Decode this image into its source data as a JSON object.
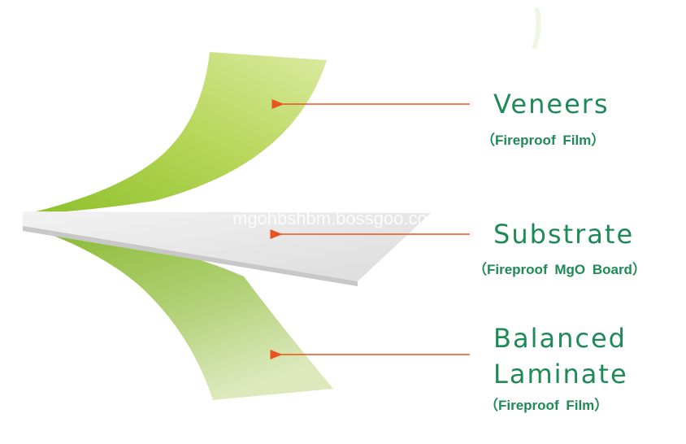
{
  "layers": [
    {
      "id": "veneers",
      "label_lines": [
        "Veneers"
      ],
      "sub": "（Fireproof  Film）"
    },
    {
      "id": "substrate",
      "label_lines": [
        "Substrate"
      ],
      "sub": "（Fireproof  MgO  Board）"
    },
    {
      "id": "balanced",
      "label_lines": [
        "Balanced",
        "Laminate"
      ],
      "sub": "（Fireproof  Film）"
    }
  ],
  "watermark": "mgohbshbm.bossgoo.com",
  "colors": {
    "label": "#1e8a55",
    "arrow": "#e8531f",
    "sheet_green_light": "#d6e88f",
    "sheet_green_dark": "#8cbf2a",
    "board": "#e9e9e9"
  }
}
